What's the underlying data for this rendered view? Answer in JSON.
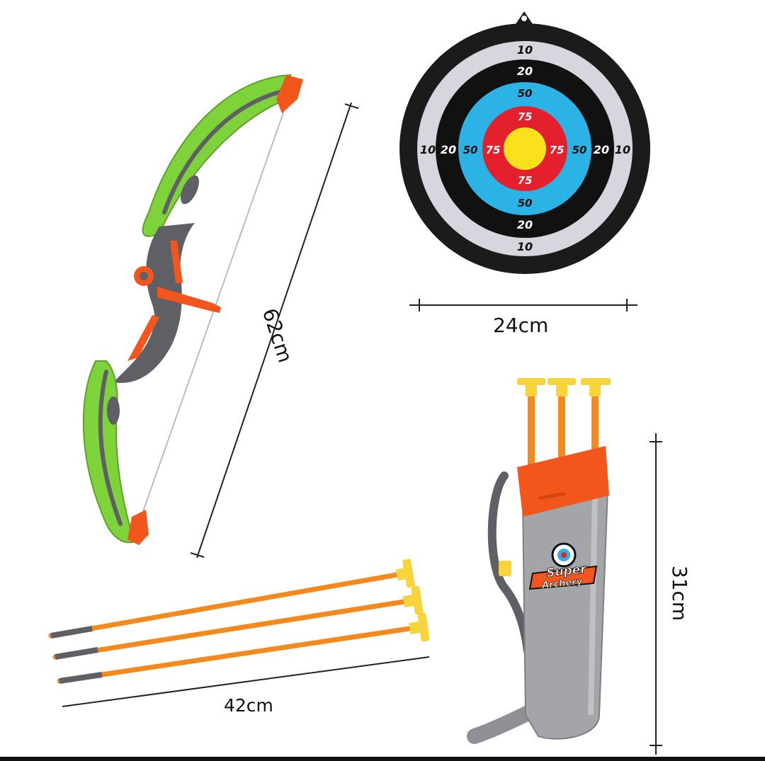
{
  "dimensions": {
    "bow": "62cm",
    "target": "24cm",
    "arrows": "42cm",
    "quiver": "31cm"
  },
  "target": {
    "rings": [
      {
        "label": "10",
        "color": "#d7d5de"
      },
      {
        "label": "20",
        "color": "#111111"
      },
      {
        "label": "50",
        "color": "#2bb3e6"
      },
      {
        "label": "75",
        "color": "#e3202b"
      }
    ],
    "bullseye_color": "#f9e21b",
    "frame_color": "#1b1b1b"
  },
  "quiver": {
    "logo_line1": "Super",
    "logo_line2": "Archery"
  },
  "colors": {
    "bow_green": "#7ed23a",
    "bow_gray": "#5f6066",
    "accent_orange": "#f2561c",
    "arrow_orange": "#f48a1e",
    "suction_yellow": "#f7d43c",
    "quiver_gray": "#a3a5a8"
  }
}
